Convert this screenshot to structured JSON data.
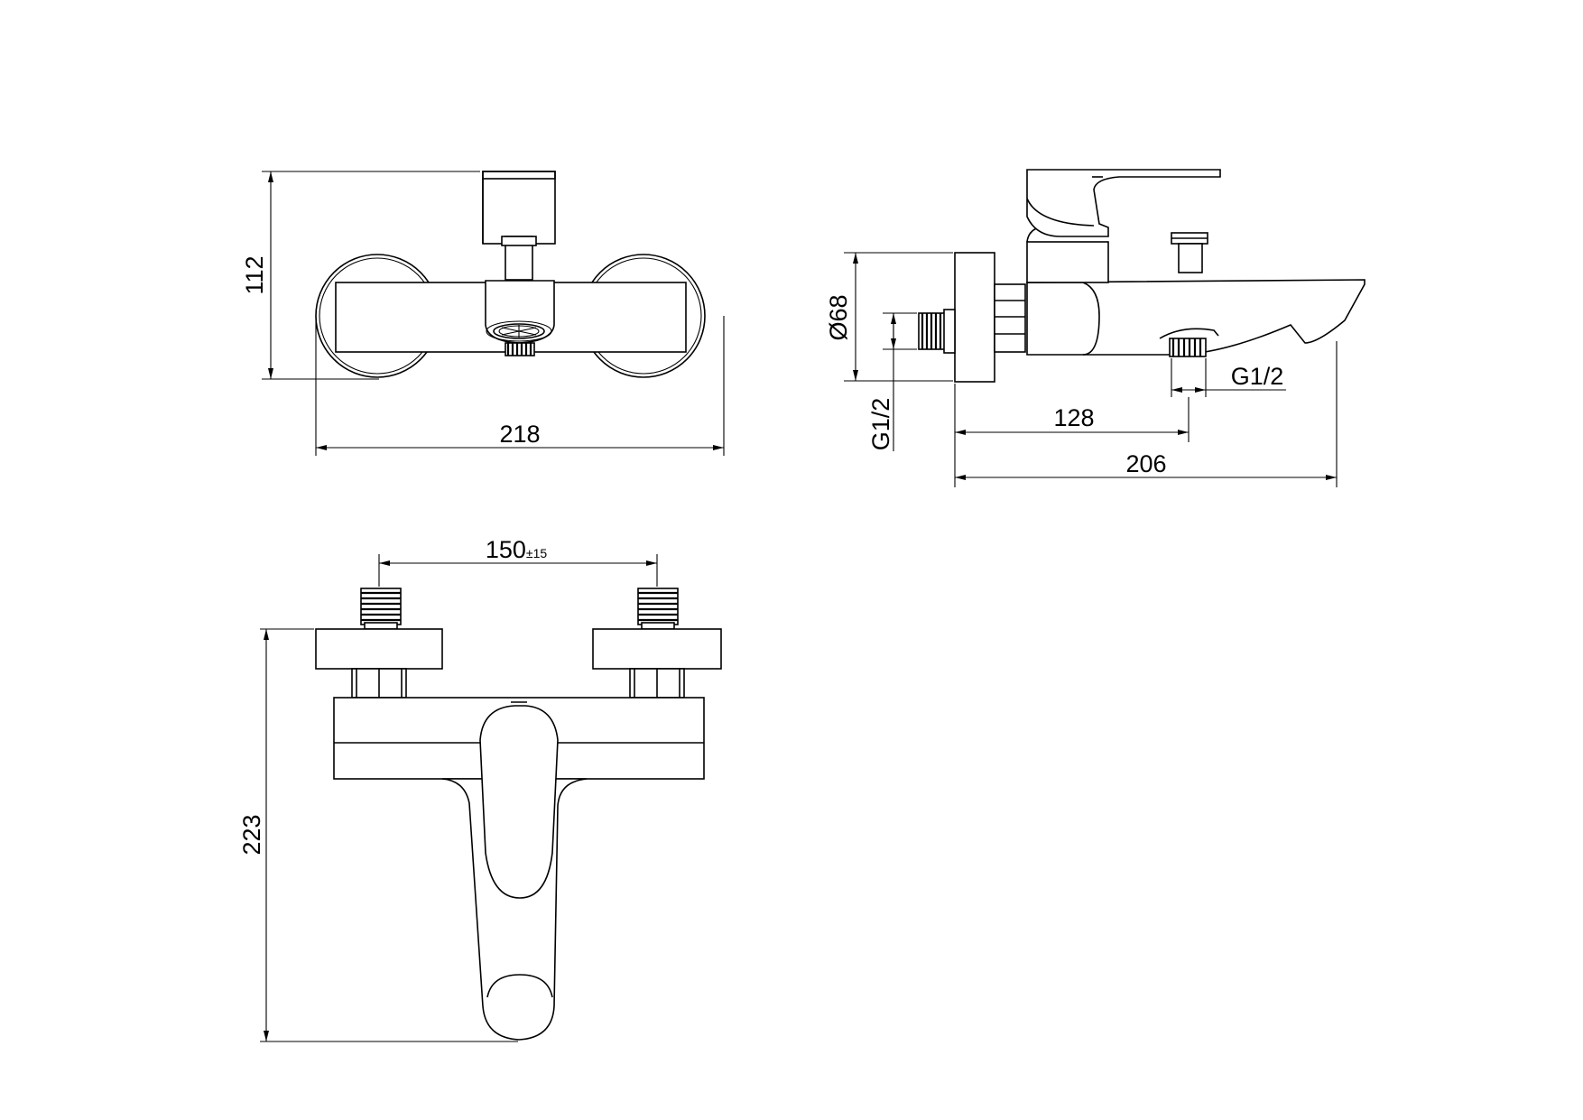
{
  "views": {
    "front": {
      "dim_height": "112",
      "dim_width": "218"
    },
    "side": {
      "dim_diameter": "Ø68",
      "dim_thread_inlet": "G1/2",
      "dim_thread_outlet": "G1/2",
      "dim_outlet_distance": "128",
      "dim_total_length": "206"
    },
    "top": {
      "dim_centers": "150",
      "dim_centers_tolerance": "±15",
      "dim_depth": "223"
    }
  },
  "colors": {
    "line": "#000000",
    "background": "#ffffff"
  }
}
